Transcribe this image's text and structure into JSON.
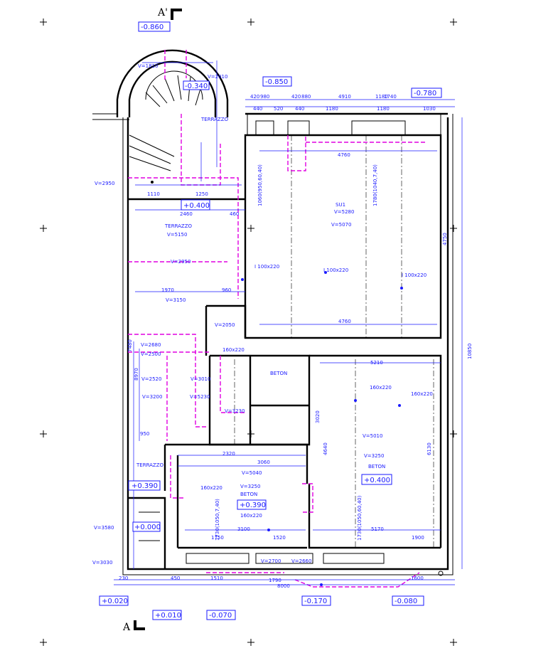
{
  "section_marks": {
    "top": "A'",
    "bottom": "A"
  },
  "levels": [
    {
      "id": "lvl-1",
      "text": "-0.860"
    },
    {
      "id": "lvl-2",
      "text": "-0.340"
    },
    {
      "id": "lvl-3",
      "text": "-0.850"
    },
    {
      "id": "lvl-4",
      "text": "-0.780"
    },
    {
      "id": "lvl-5",
      "text": "+0.400"
    },
    {
      "id": "lvl-6",
      "text": "+0.390"
    },
    {
      "id": "lvl-7",
      "text": "+0.000"
    },
    {
      "id": "lvl-8",
      "text": "+0.390"
    },
    {
      "id": "lvl-9",
      "text": "+0.400"
    },
    {
      "id": "lvl-10",
      "text": "+0.020"
    },
    {
      "id": "lvl-11",
      "text": "+0.010"
    },
    {
      "id": "lvl-12",
      "text": "-0.070"
    },
    {
      "id": "lvl-13",
      "text": "-0.170"
    },
    {
      "id": "lvl-14",
      "text": "-0.080"
    }
  ],
  "room_labels": {
    "terrazzo_top": "TERRAZZO",
    "terrazzo_mid": "TERRAZZO",
    "terrazzo_left": "TERRAZZO",
    "v5150": "V=5150",
    "v3150": "V=3150",
    "su1": "SU1",
    "v5280": "V=5280",
    "v5070": "V=5070",
    "beton_small": "BETON",
    "beton_mid": "BETON",
    "beton_right": "BETON",
    "v2950": "V=2950",
    "v2950b": "V=2950",
    "v2050": "V=2050",
    "v2680": "V=2680",
    "v2500": "V=2500",
    "v2520": "V=2520",
    "v3200": "V=3200",
    "v5230": "V=5230",
    "v3010": "V=3010",
    "v3230": "V=3230",
    "v5010": "V=5010",
    "v3250": "V=3250",
    "v5040": "V=5040",
    "v3250b": "V=3250",
    "v3580": "V=3580",
    "v3030": "V=3030",
    "v2700": "V=2700",
    "v2660": "V=2660",
    "v2010": "V=2010",
    "v1810": "V=1810"
  },
  "beams": {
    "b1": "I 100x220",
    "b2": "I 100x220",
    "b3": "I 100x220",
    "b4": "160x220",
    "b5": "160x220",
    "b6": "160x220",
    "b7": "160x220",
    "b8": "160x220"
  },
  "dimensions": {
    "top_row": [
      "420",
      "980",
      "420",
      "880",
      "4910",
      "1180",
      "1740"
    ],
    "second_row": [
      "440",
      "520",
      "440",
      "1180",
      "1180",
      "1030"
    ],
    "d4760a": "4760",
    "d4760b": "4760",
    "d4750": "4750",
    "d10850": "10850",
    "d1110": "1110",
    "d1250": "1250",
    "d2460": "2460",
    "d1970": "1970",
    "d960": "960",
    "d460": "460",
    "d5210": "5210",
    "d1520": "1520",
    "d2320": "2320",
    "d3060": "3060",
    "d3100": "3100",
    "d1750": "1750",
    "d5170": "5170",
    "d1900": "1900",
    "d8000": "8000",
    "d1790": "1790",
    "d1600": "1600",
    "d1510": "1510",
    "d450": "450",
    "d230": "230",
    "d950": "950",
    "d4640": "4640",
    "d6130": "6130",
    "d8970": "8970",
    "d7480": "7480",
    "d3020": "3020",
    "d1730": "1730(1050,7,40)",
    "d1060": "1060(950,60,40)",
    "d1730b": "1730(1050,60,40)",
    "d1780": "1780(1040,7,40)"
  }
}
